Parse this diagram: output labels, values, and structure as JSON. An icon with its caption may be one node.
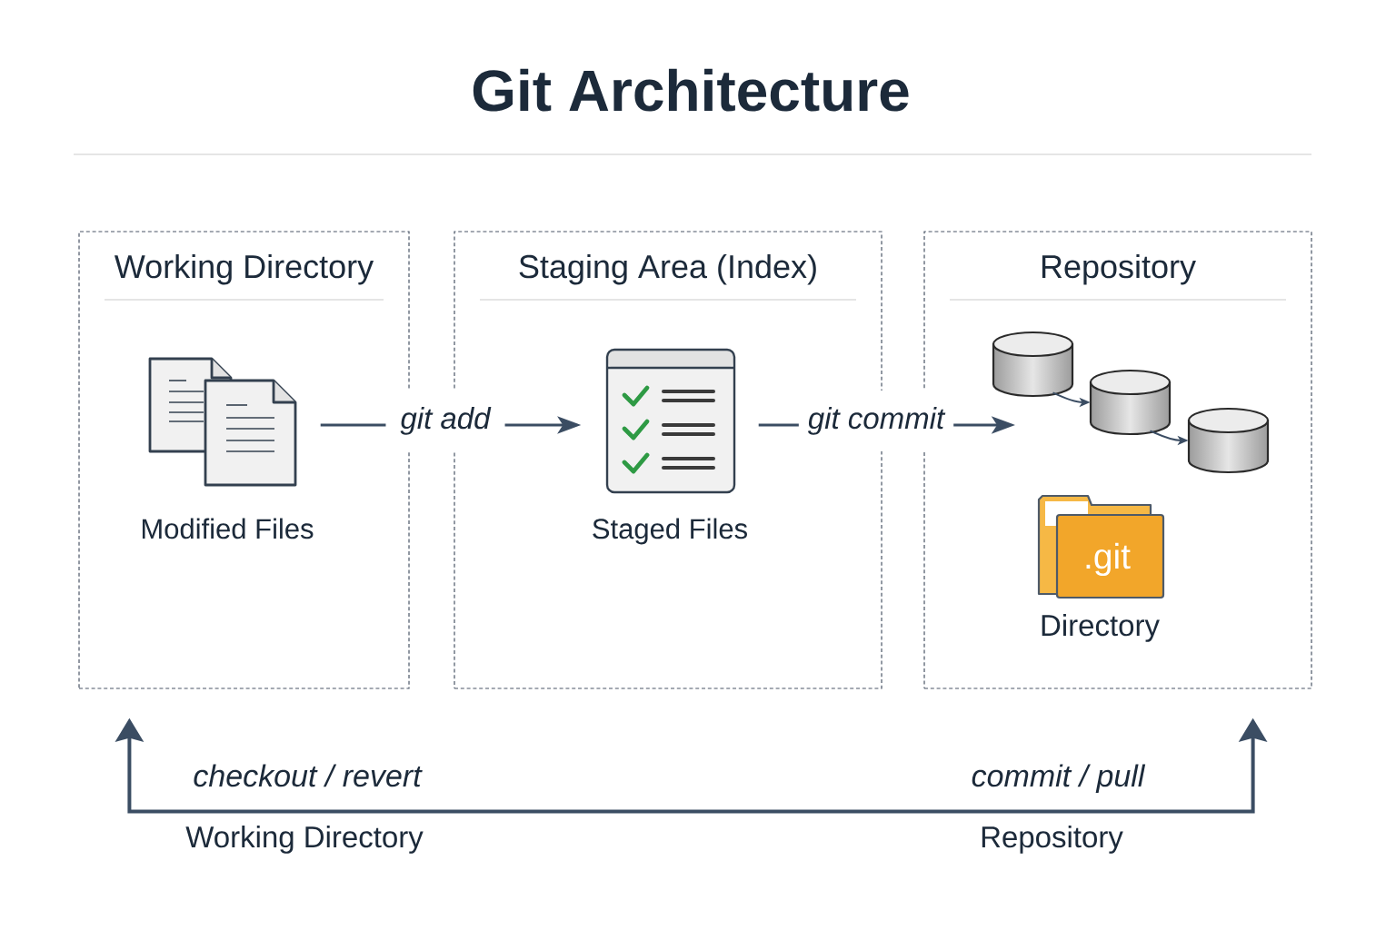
{
  "diagram": {
    "title": "Git Architecture",
    "nodes": [
      {
        "text": [
          "Working Directory"
        ]
      },
      {
        "text": [
          "Staging Area (Index)"
        ]
      },
      {
        "text": [
          "Repository"
        ]
      },
      {
        "text": [
          "Modified Files"
        ],
        "in": 0
      },
      {
        "text": [
          "Staged Files"
        ],
        "in": 1
      },
      {
        "text": [],
        "shape": "cylinder",
        "in": 2
      },
      {
        "text": [],
        "shape": "cylinder",
        "in": 2
      },
      {
        "text": [],
        "shape": "cylinder",
        "in": 2
      },
      {
        "text": [
          ".git",
          "Directory"
        ],
        "in": 2
      }
    ],
    "edges": [
      {
        "from": 3,
        "to": 4,
        "arrow": "to",
        "label": "git add"
      },
      {
        "from": 4,
        "to": 5,
        "arrow": "to",
        "label": "git commit"
      },
      {
        "from": 5,
        "to": 6,
        "arrow": "to"
      },
      {
        "from": 6,
        "to": 7,
        "arrow": "to"
      },
      {
        "from": 0,
        "to": 2,
        "arrow": "both",
        "label": "checkout / revert"
      }
    ],
    "labels": [
      "commit / pull",
      "Working Directory",
      "Repository"
    ]
  }
}
